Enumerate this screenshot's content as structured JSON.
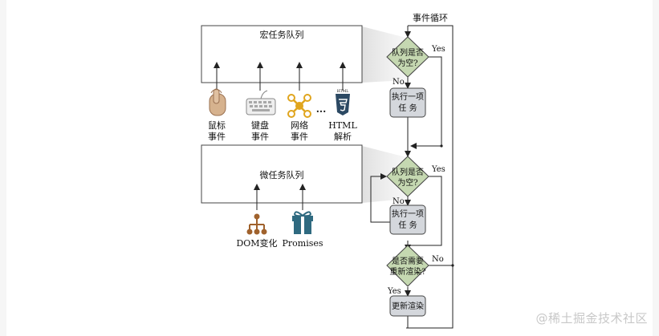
{
  "diagram": {
    "event_loop_label": "事件循环",
    "macro_queue": {
      "title": "宏任务队列"
    },
    "micro_queue": {
      "title": "微任务队列"
    },
    "macro_decision": {
      "line1": "队列是否",
      "line2": "为空?"
    },
    "micro_decision": {
      "line1": "队列是否",
      "line2": "为空?"
    },
    "render_decision": {
      "line1": "是否需要",
      "line2": "重新渲染?"
    },
    "macro_exec": {
      "line1": "执行一项",
      "line2": "任 务"
    },
    "micro_exec": {
      "line1": "执行一项",
      "line2": "任 务"
    },
    "render_exec": {
      "label": "更新渲染"
    },
    "yes": "Yes",
    "no": "No",
    "macro_sources": [
      {
        "line1": "鼠标",
        "line2": "事件",
        "icon": "mouse-click-icon"
      },
      {
        "line1": "键盘",
        "line2": "事件",
        "icon": "keyboard-icon"
      },
      {
        "line1": "网络",
        "line2": "事件",
        "icon": "network-icon"
      },
      {
        "line1": "HTML",
        "line2": "解析",
        "icon": "html5-icon"
      }
    ],
    "ellipsis": "...",
    "micro_sources": [
      {
        "label": "DOM变化",
        "icon": "dom-tree-icon"
      },
      {
        "label": "Promises",
        "icon": "gift-icon"
      }
    ],
    "colors": {
      "diamond": "#c5d8b1",
      "process_box": "#d4d7dc",
      "network": "#e0a51e",
      "html5": "#2c4963",
      "dom": "#a0622d",
      "gift": "#2f6a80"
    }
  },
  "watermark": "@稀土掘金技术社区"
}
